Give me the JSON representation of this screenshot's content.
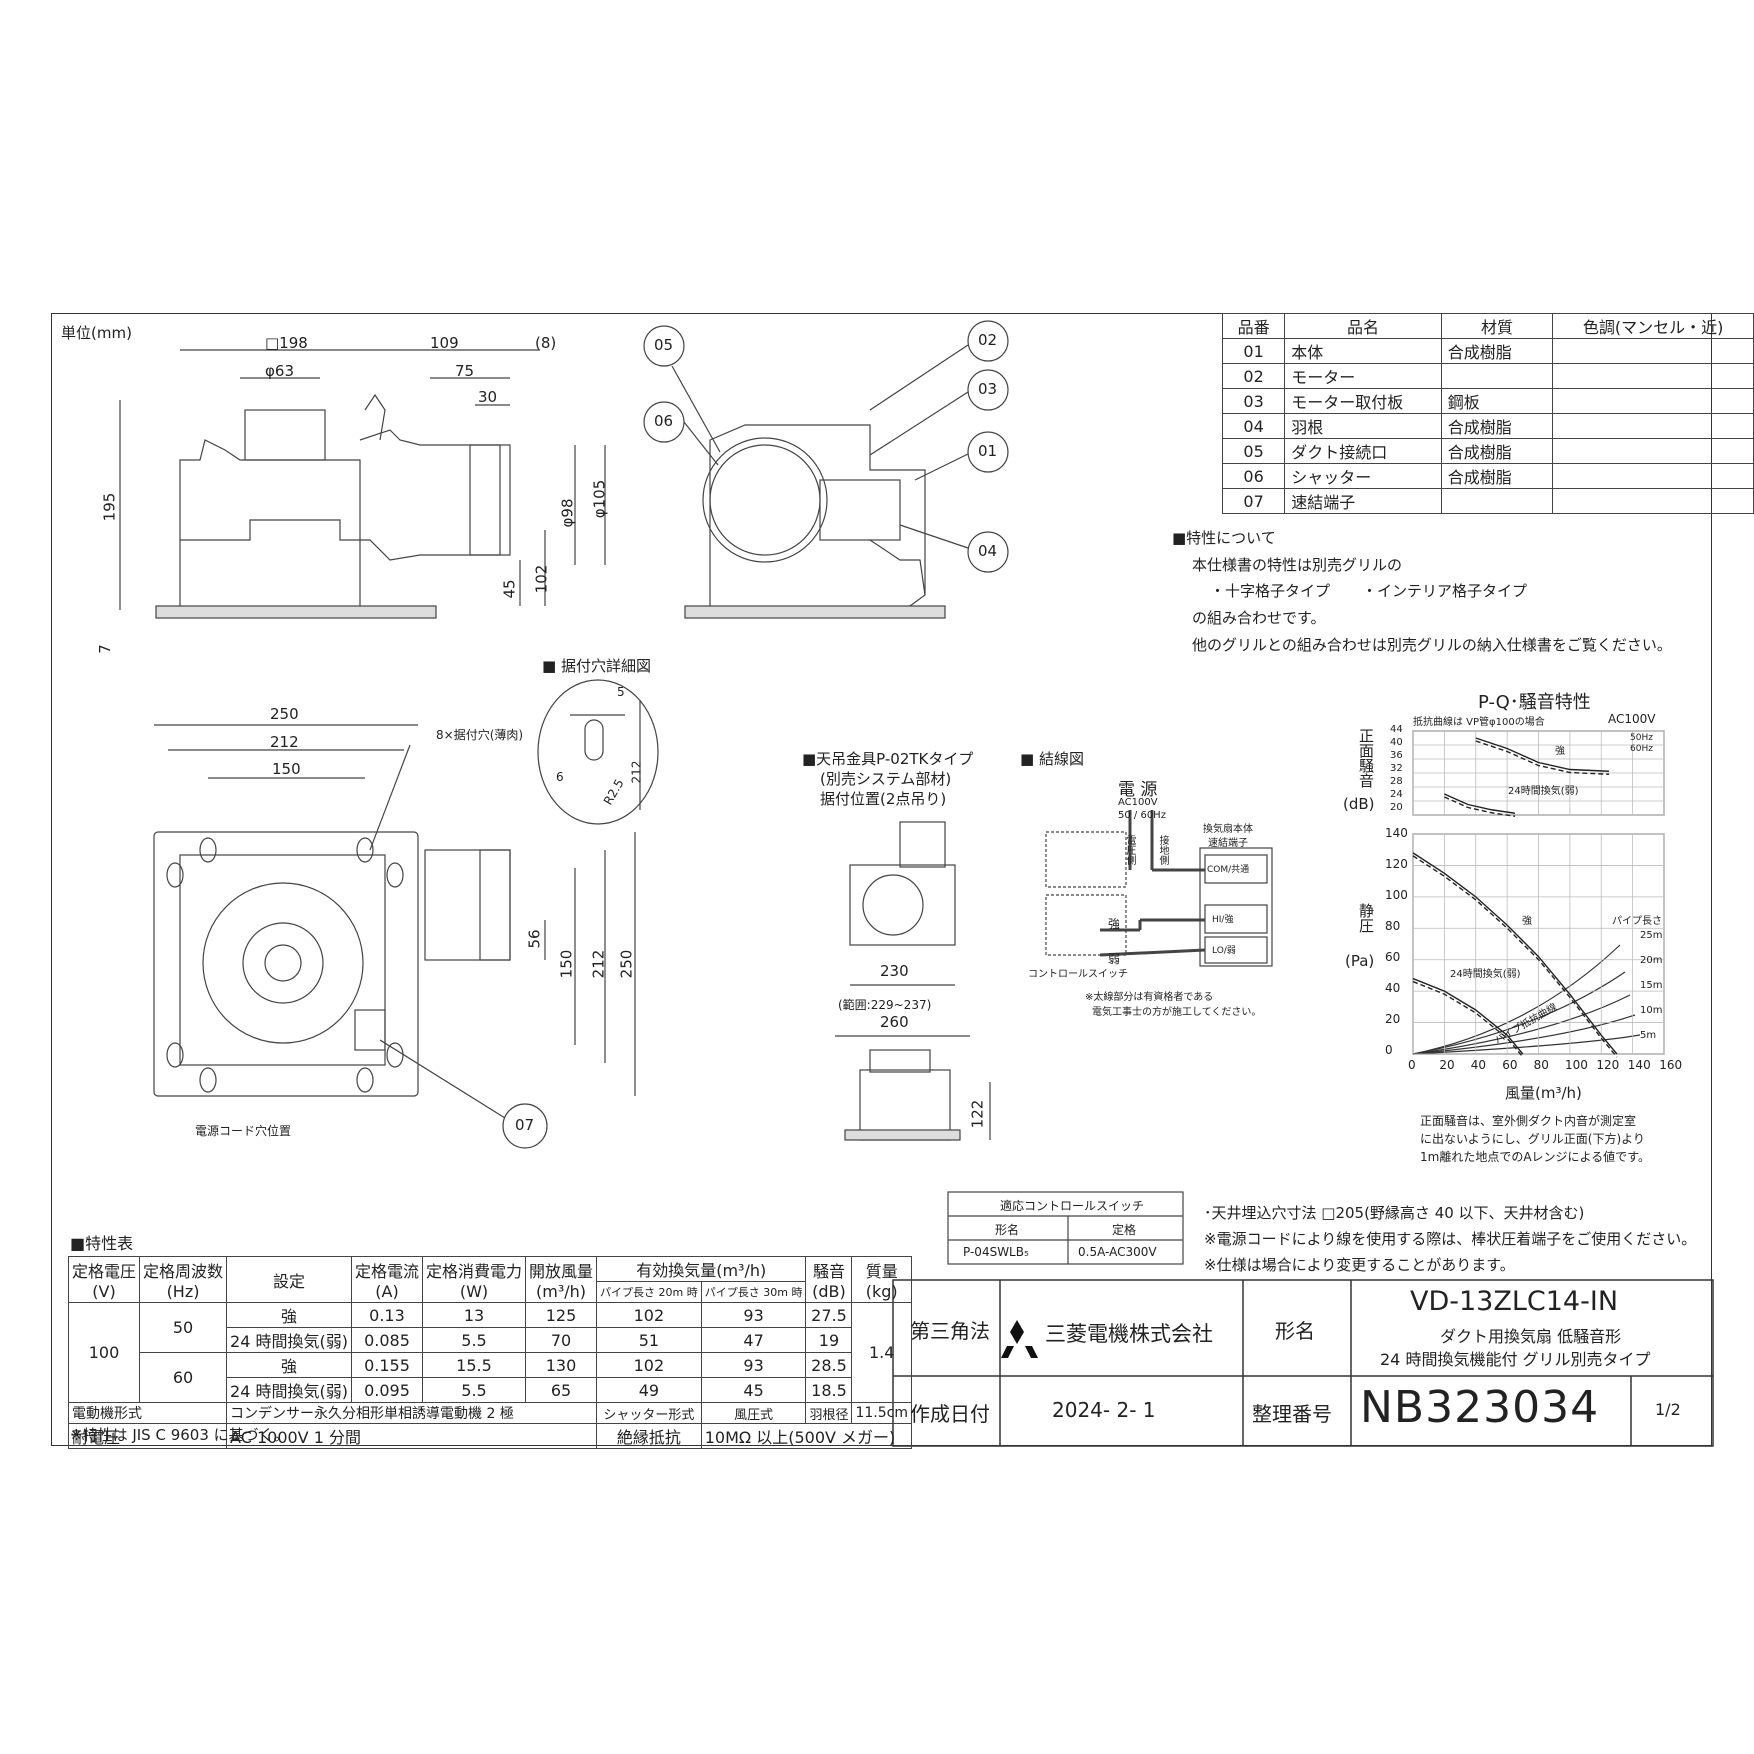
{
  "unit_label": "単位(mm)",
  "front_dims": {
    "w198": "□198",
    "w109": "109",
    "w8": "(8)",
    "phi63": "φ63",
    "w75": "75",
    "w30": "30",
    "h195": "195",
    "phi98": "φ98",
    "phi105": "φ105",
    "h45": "45",
    "h102": "102",
    "h7": "7"
  },
  "callouts": {
    "c01": "01",
    "c02": "02",
    "c03": "03",
    "c04": "04",
    "c05": "05",
    "c06": "06",
    "c07": "07"
  },
  "mount_detail": {
    "title": "■ 据付穴詳細図",
    "d5": "5",
    "d6": "6",
    "r25": "R2.5",
    "d212": "212"
  },
  "plan_dims": {
    "w250": "250",
    "w212": "212",
    "w150": "150",
    "holes": "8×据付穴(薄肉)",
    "h56": "56",
    "h150": "150",
    "h212": "212",
    "h250": "250",
    "cord": "電源コード穴位置"
  },
  "hanger": {
    "title": "■天吊金具P-02TKタイプ",
    "sub1": "(別売システム部材)",
    "sub2": "据付位置(2点吊り)",
    "w230": "230",
    "range": "(範囲:229~237)",
    "w260": "260",
    "h122": "122"
  },
  "wiring": {
    "title": "■ 結線図",
    "power": "電 源",
    "ac": "AC100V",
    "hz": "50 / 60Hz",
    "volt_side": "電圧側",
    "ground_side": "接地側",
    "unit_body": "換気扇本体",
    "terminal": "速結端子",
    "com": "COM/共通",
    "hi": "HI/強",
    "lo": "LO/弱",
    "strong": "強",
    "weak": "弱",
    "switch": "コントロールスイッチ",
    "note1": "※太線部分は有資格者である",
    "note2": "電気工事士の方が施工してください。"
  },
  "parts": {
    "headers": [
      "品番",
      "品名",
      "材質",
      "色調(マンセル・近)"
    ],
    "rows": [
      [
        "01",
        "本体",
        "合成樹脂",
        ""
      ],
      [
        "02",
        "モーター",
        "",
        ""
      ],
      [
        "03",
        "モーター取付板",
        "鋼板",
        ""
      ],
      [
        "04",
        "羽根",
        "合成樹脂",
        ""
      ],
      [
        "05",
        "ダクト接続口",
        "合成樹脂",
        ""
      ],
      [
        "06",
        "シャッター",
        "合成樹脂",
        ""
      ],
      [
        "07",
        "速結端子",
        "",
        ""
      ]
    ]
  },
  "notes": {
    "head": "■特性について",
    "l1": "本仕様書の特性は別売グリルの",
    "l2a": "・十字格子タイプ",
    "l2b": "・インテリア格子タイプ",
    "l3": "の組み合わせです。",
    "l4": "他のグリルとの組み合わせは別売グリルの納入仕様書をご覧ください。"
  },
  "pq_chart": {
    "title": "P-Q･騒音特性",
    "resist_note": "抵抗曲線は VP管φ100の場合",
    "ac": "AC100V",
    "legend_50": "50Hz",
    "legend_60": "60Hz",
    "noise_label": "正面騒音",
    "noise_unit": "(dB)",
    "sp_label": "静圧",
    "sp_unit": "(Pa)",
    "xlabel": "風量(m³/h)",
    "strong": "強",
    "h24": "24時間換気(弱)",
    "pipe_curve": "パイプ抵抗曲線",
    "pipe_len": "パイプ長さ",
    "pipe_lens": [
      "25m",
      "20m",
      "15m",
      "10m",
      "5m"
    ],
    "noise_ticks": [
      "44",
      "40",
      "36",
      "32",
      "28",
      "24",
      "20"
    ],
    "sp_ticks": [
      "140",
      "120",
      "100",
      "80",
      "60",
      "40",
      "20",
      "0"
    ],
    "x_ticks": [
      "0",
      "20",
      "40",
      "60",
      "80",
      "100",
      "120",
      "140",
      "160"
    ],
    "note1": "正面騒音は、室外側ダクト内音が測定室",
    "note2": "に出ないようにし、グリル正面(下方)より",
    "note3": "1m離れた地点でのAレンジによる値です。"
  },
  "chart_data": {
    "type": "line",
    "xlabel": "風量(m³/h)",
    "xlim": [
      0,
      160
    ],
    "panels": [
      {
        "name": "正面騒音",
        "ylabel": "正面騒音(dB)",
        "ylim": [
          20,
          44
        ],
        "series": [
          {
            "name": "強",
            "x": [
              40,
              60,
              80,
              100,
              125
            ],
            "y": [
              42,
              39,
              35,
              33,
              32.5
            ]
          },
          {
            "name": "24時間換気(弱)",
            "x": [
              20,
              35,
              50,
              65
            ],
            "y": [
              26,
              23,
              21.5,
              20.5
            ]
          }
        ]
      },
      {
        "name": "静圧",
        "ylabel": "静圧(Pa)",
        "ylim": [
          0,
          140
        ],
        "series": [
          {
            "name": "強",
            "x": [
              0,
              20,
              40,
              60,
              80,
              100,
              120,
              130
            ],
            "y": [
              128,
              115,
              100,
              82,
              62,
              38,
              12,
              0
            ]
          },
          {
            "name": "24時間換気(弱)",
            "x": [
              0,
              20,
              40,
              60,
              70
            ],
            "y": [
              48,
              40,
              28,
              12,
              0
            ]
          }
        ]
      }
    ]
  },
  "switch_table": {
    "title": "適応コントロールスイッチ",
    "h_model": "形名",
    "h_rating": "定格",
    "model": "P-04SWLB₅",
    "rating": "0.5A-AC300V"
  },
  "install_notes": [
    "･天井埋込穴寸法 □205(野縁高さ 40 以下、天井材含む)",
    "※電源コードにより線を使用する際は、棒状圧着端子をご使用ください。",
    "※仕様は場合により変更することがあります。"
  ],
  "spec": {
    "title": "■特性表",
    "h_voltage": "定格電圧",
    "h_voltage_u": "(V)",
    "h_freq": "定格周波数",
    "h_freq_u": "(Hz)",
    "h_setting": "設定",
    "h_current": "定格電流",
    "h_current_u": "(A)",
    "h_power": "定格消費電力",
    "h_power_u": "(W)",
    "h_open": "開放風量",
    "h_open_u": "(m³/h)",
    "h_eff": "有効換気量(m³/h)",
    "h_eff20": "パイプ長さ 20m 時",
    "h_eff30": "パイプ長さ 30m 時",
    "h_noise": "騒音",
    "h_noise_u": "(dB)",
    "h_mass": "質量",
    "h_mass_u": "(kg)",
    "voltage": "100",
    "f50": "50",
    "f60": "60",
    "mass": "1.4",
    "rows": [
      [
        "強",
        "0.13",
        "13",
        "125",
        "102",
        "93",
        "27.5"
      ],
      [
        "24 時間換気(弱)",
        "0.085",
        "5.5",
        "70",
        "51",
        "47",
        "19"
      ],
      [
        "強",
        "0.155",
        "15.5",
        "130",
        "102",
        "93",
        "28.5"
      ],
      [
        "24 時間換気(弱)",
        "0.095",
        "5.5",
        "65",
        "49",
        "45",
        "18.5"
      ]
    ],
    "motor_l": "電動機形式",
    "motor_v": "コンデンサー永久分相形単相誘導電動機 2 極",
    "shutter_l": "シャッター形式",
    "shutter_v": "風圧式",
    "blade_l": "羽根径",
    "blade_v": "11.5cm",
    "withstand_l": "耐電圧",
    "withstand_v": "AC 1000V 1 分間",
    "insul_l": "絶縁抵抗",
    "insul_v": "10MΩ 以上(500V メガー)",
    "note": "※特性は JIS C 9603 に基づく。"
  },
  "title_block": {
    "projection": "第三角法",
    "company": "三菱電機株式会社",
    "model_label": "形名",
    "model": "VD-13ZLC14-IN",
    "desc1": "ダクト用換気扇 低騒音形",
    "desc2": "24 時間換気機能付 グリル別売タイプ",
    "date_label": "作成日付",
    "date": "2024- 2- 1",
    "ref_label": "整理番号",
    "ref": "NB323034",
    "page": "1/2"
  }
}
